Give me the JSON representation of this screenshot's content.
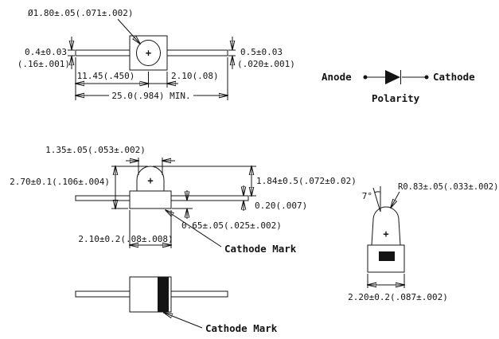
{
  "style": {
    "ink": "#141414",
    "background": "#ffffff"
  },
  "top_view": {
    "dia_label": "Ø1.80±.05(.071±.002)",
    "lead_left_mm": "0.4±0.03",
    "lead_left_in": "(.16±.001)",
    "lead_right_mm": "0.5±0.03",
    "lead_right_in": "(.020±.001)",
    "dim_lead_length": "11.45(.450)",
    "dim_body_length": "2.10(.08)",
    "dim_overall": "25.0(.984) MIN.",
    "polarity_plus": "+"
  },
  "polarity": {
    "anode": "Anode",
    "cathode": "Cathode",
    "title": "Polarity"
  },
  "side_view": {
    "dim_dome_width": "1.35±.05(.053±.002)",
    "dim_overall_height": "2.70±0.1(.106±.004)",
    "dim_lead_height": "1.84±0.5(.072±0.02)",
    "dim_lead_thickness": "0.20(.007)",
    "dim_lead_offset": "0.65±.05(.025±.002)",
    "dim_body_width": "2.10±0.2(.08±.008)",
    "cathode_mark_label": "Cathode Mark",
    "polarity_plus": "+"
  },
  "band_view": {
    "cathode_mark_label": "Cathode Mark"
  },
  "end_view": {
    "dim_radius": "R0.83±.05(.033±.002)",
    "dim_angle": "7°",
    "dim_width": "2.20±0.2(.087±.002)",
    "polarity_plus": "+"
  }
}
